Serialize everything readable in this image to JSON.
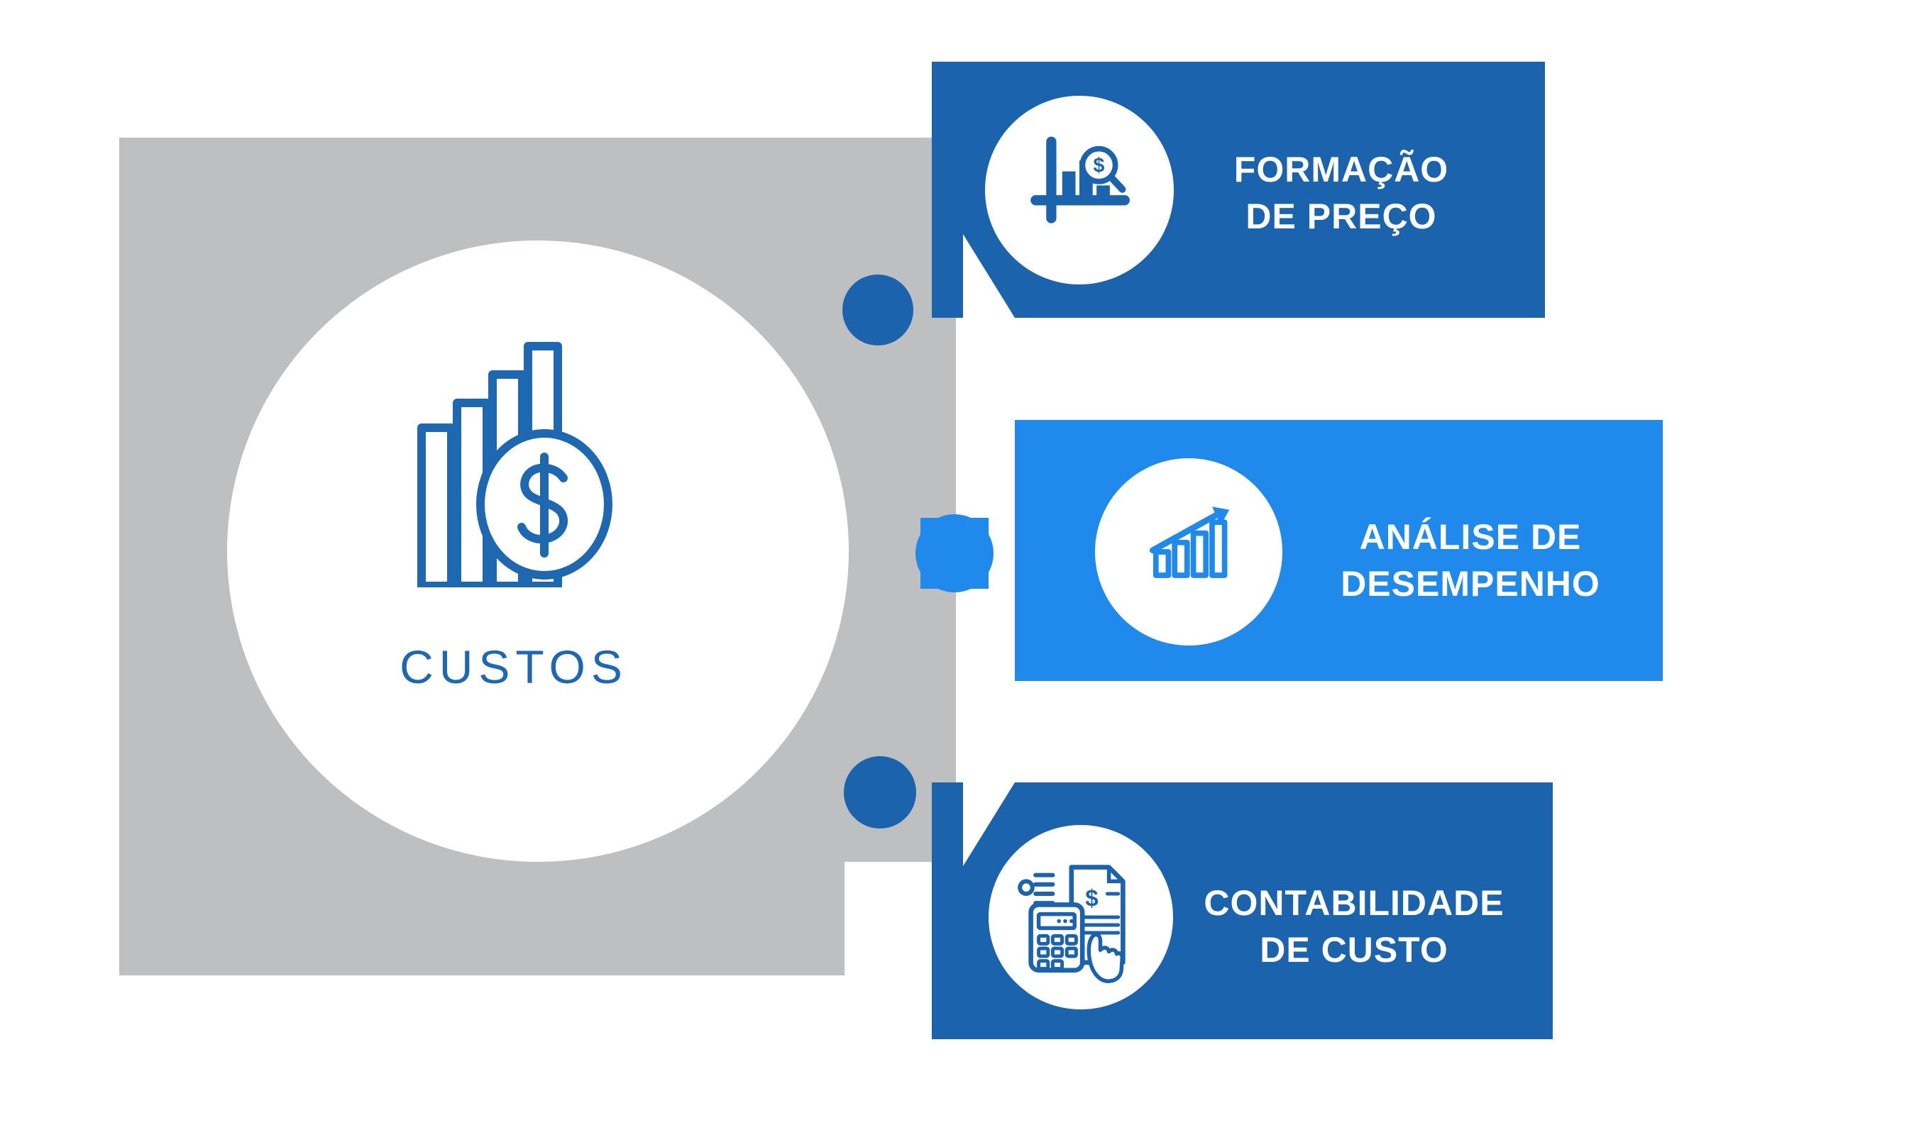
{
  "center": {
    "label": "CUSTOS",
    "icon": "rising-bars-dollar-coin-icon"
  },
  "banners": [
    {
      "id": "formacao-de-preco",
      "line1": "FORMAÇÃO",
      "line2": "DE PREÇO",
      "icon": "bar-chart-magnifier-dollar-icon",
      "background": "#1c63ae"
    },
    {
      "id": "analise-de-desempenho",
      "line1": "ANÁLISE DE",
      "line2": "DESEMPENHO",
      "icon": "growth-bars-arrow-icon",
      "background": "#1f89ec"
    },
    {
      "id": "contabilidade-de-custo",
      "line1": "CONTABILIDADE",
      "line2": "DE CUSTO",
      "icon": "calculator-invoice-hand-icon",
      "background": "#1c63ae"
    }
  ],
  "connectors": [
    {
      "id": "top-dot",
      "shape": "circle",
      "color": "#1c63ae"
    },
    {
      "id": "middle-square",
      "shape": "square",
      "color": "#1f89ec"
    },
    {
      "id": "bottom-dot",
      "shape": "circle",
      "color": "#1c63ae"
    }
  ],
  "colors": {
    "canvas_background": "#ffffff",
    "square_gray": "#bdbfc1",
    "dark_blue": "#1c63ae",
    "light_blue": "#1f89ec",
    "icon_blue": "#1e68b2",
    "label_text": "#ffffff"
  }
}
